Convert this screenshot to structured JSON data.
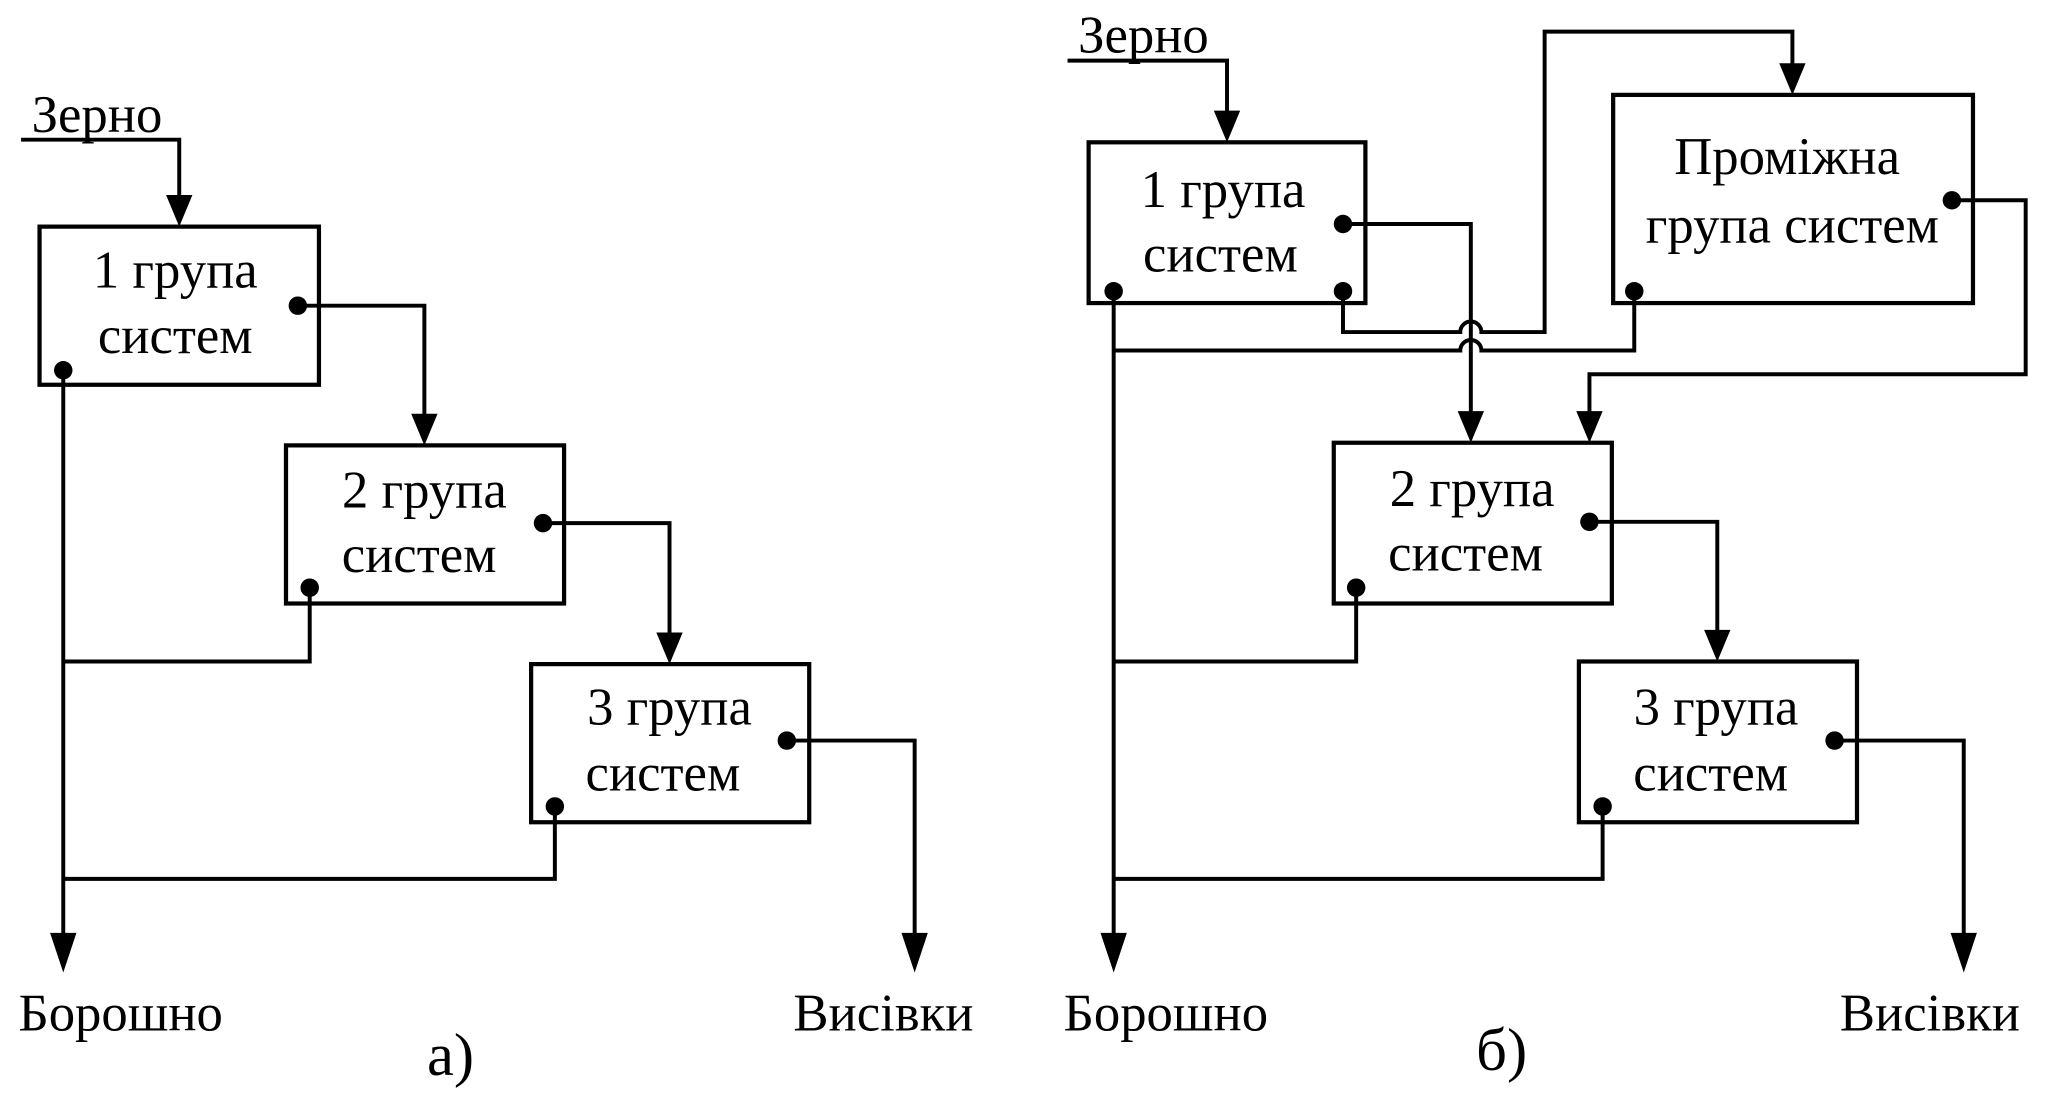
{
  "diagram_a": {
    "caption": "а)",
    "input": "Зерно",
    "output_flour": "Борошно",
    "output_bran": "Висівки",
    "blocks": [
      {
        "line1": "1 група",
        "line2": "систем"
      },
      {
        "line1": "2 група",
        "line2": "систем"
      },
      {
        "line1": "3 група",
        "line2": "систем"
      }
    ]
  },
  "diagram_b": {
    "caption": "б)",
    "input": "Зерно",
    "output_flour": "Борошно",
    "output_bran": "Висівки",
    "blocks": [
      {
        "line1": "1 група",
        "line2": "систем"
      },
      {
        "line1": "Проміжна",
        "line2": "група систем"
      },
      {
        "line1": "2 група",
        "line2": "систем"
      },
      {
        "line1": "3 група",
        "line2": "систем"
      }
    ]
  }
}
